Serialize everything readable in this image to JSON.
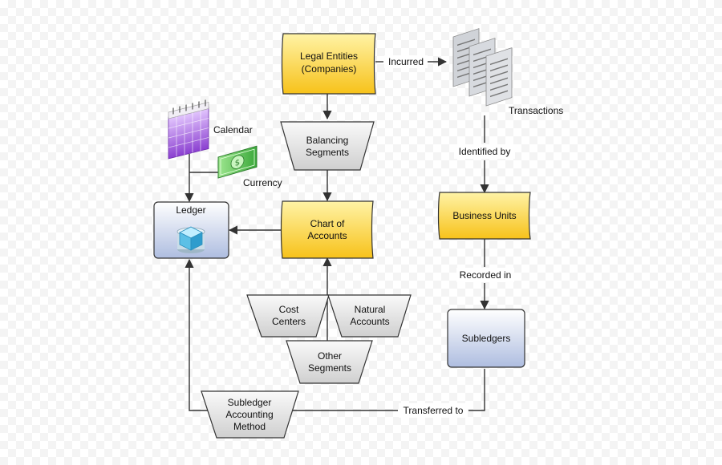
{
  "nodes": {
    "legal_entities": {
      "line1": "Legal Entities",
      "line2": "(Companies)"
    },
    "balancing_segments": {
      "line1": "Balancing",
      "line2": "Segments"
    },
    "chart_of_accounts": {
      "line1": "Chart of",
      "line2": "Accounts"
    },
    "ledger": {
      "label": "Ledger"
    },
    "cost_centers": {
      "line1": "Cost",
      "line2": "Centers"
    },
    "natural_accounts": {
      "line1": "Natural",
      "line2": "Accounts"
    },
    "other_segments": {
      "line1": "Other",
      "line2": "Segments"
    },
    "subledger_accounting_method": {
      "line1": "Subledger",
      "line2": "Accounting",
      "line3": "Method"
    },
    "business_units": {
      "label": "Business Units"
    },
    "subledgers": {
      "label": "Subledgers"
    },
    "transactions": {
      "label": "Transactions"
    },
    "calendar": {
      "label": "Calendar"
    },
    "currency": {
      "label": "Currency"
    }
  },
  "edges": {
    "incurred": "Incurred",
    "identified_by": "Identified by",
    "recorded_in": "Recorded in",
    "transferred_to": "Transferred to"
  },
  "icons": [
    "calendar-icon",
    "currency-icon",
    "transactions-icon",
    "database-icon"
  ],
  "colors": {
    "yellow_top": "#fff3a6",
    "yellow_bottom": "#f7c21a",
    "gray_top": "#fafafa",
    "gray_bottom": "#cfcfcf",
    "blue_top": "#ffffff",
    "blue_bottom": "#aebde0",
    "stroke": "#333333"
  }
}
